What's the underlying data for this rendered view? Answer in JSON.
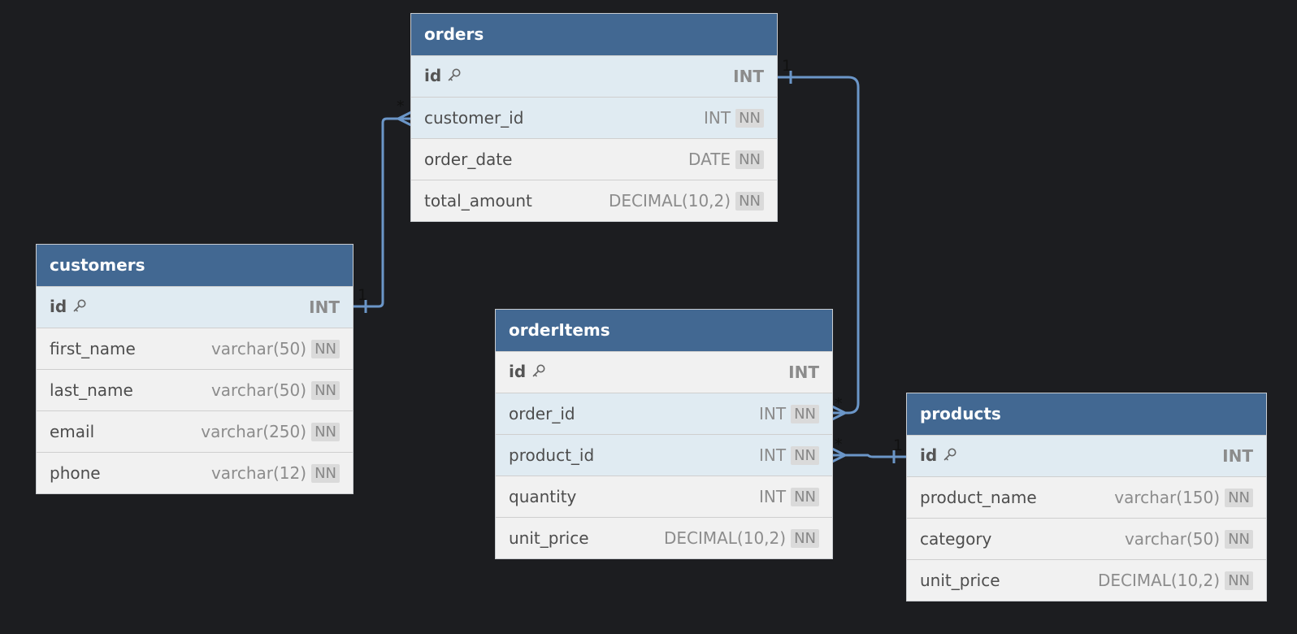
{
  "tables": {
    "orders": {
      "name": "orders",
      "columns": [
        {
          "name": "id",
          "type": "INT",
          "pk": true,
          "nn": ""
        },
        {
          "name": "customer_id",
          "type": "INT",
          "nn": "NN"
        },
        {
          "name": "order_date",
          "type": "DATE",
          "nn": "NN"
        },
        {
          "name": "total_amount",
          "type": "DECIMAL(10,2)",
          "nn": "NN"
        }
      ]
    },
    "customers": {
      "name": "customers",
      "columns": [
        {
          "name": "id",
          "type": "INT",
          "pk": true,
          "nn": ""
        },
        {
          "name": "first_name",
          "type": "varchar(50)",
          "nn": "NN"
        },
        {
          "name": "last_name",
          "type": "varchar(50)",
          "nn": "NN"
        },
        {
          "name": "email",
          "type": "varchar(250)",
          "nn": "NN"
        },
        {
          "name": "phone",
          "type": "varchar(12)",
          "nn": "NN"
        }
      ]
    },
    "orderItems": {
      "name": "orderItems",
      "columns": [
        {
          "name": "id",
          "type": "INT",
          "pk": true,
          "nn": ""
        },
        {
          "name": "order_id",
          "type": "INT",
          "nn": "NN"
        },
        {
          "name": "product_id",
          "type": "INT",
          "nn": "NN"
        },
        {
          "name": "quantity",
          "type": "INT",
          "nn": "NN"
        },
        {
          "name": "unit_price",
          "type": "DECIMAL(10,2)",
          "nn": "NN"
        }
      ]
    },
    "products": {
      "name": "products",
      "columns": [
        {
          "name": "id",
          "type": "INT",
          "pk": true,
          "nn": ""
        },
        {
          "name": "product_name",
          "type": "varchar(150)",
          "nn": "NN"
        },
        {
          "name": "category",
          "type": "varchar(50)",
          "nn": "NN"
        },
        {
          "name": "unit_price",
          "type": "DECIMAL(10,2)",
          "nn": "NN"
        }
      ]
    }
  },
  "relationships": [
    {
      "from": "customers.id",
      "to": "orders.customer_id",
      "from_card": "1",
      "to_card": "*"
    },
    {
      "from": "orders.id",
      "to": "orderItems.order_id",
      "from_card": "1",
      "to_card": "*"
    },
    {
      "from": "products.id",
      "to": "orderItems.product_id",
      "from_card": "1",
      "to_card": "*"
    }
  ],
  "colors": {
    "background": "#1c1d20",
    "header": "#426892",
    "link": "#6b96c8",
    "highlight_row": "#e0ebf2",
    "row": "#f1f1f1"
  },
  "icons": {
    "primary_key": "key-icon"
  }
}
